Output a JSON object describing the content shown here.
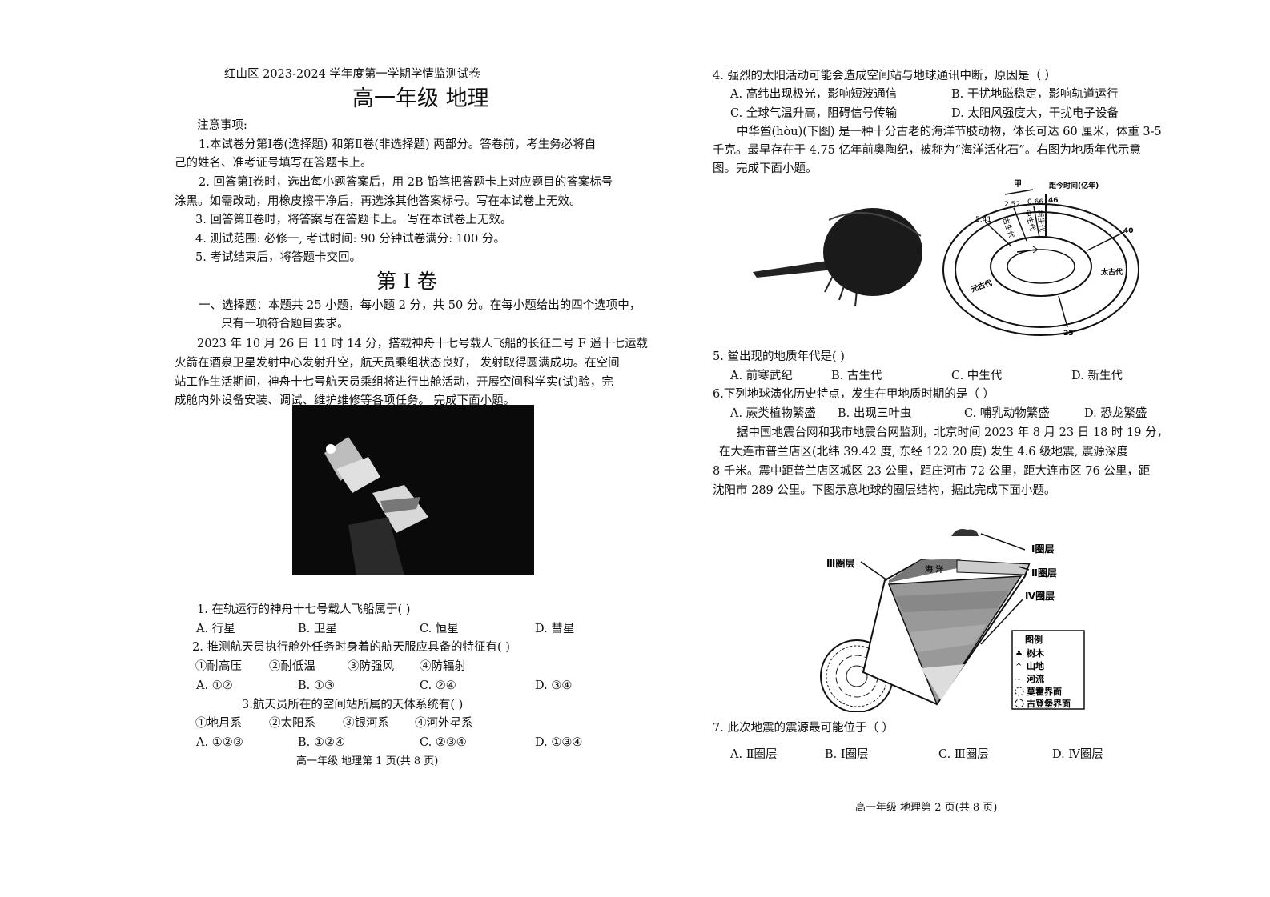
{
  "page1": {
    "exam_header": "红山区 2023-2024 学年度第一学期学情监测试卷",
    "exam_title": "高一年级  地理",
    "notice_heading": "注意事项:",
    "notices": [
      "1.本试卷分第Ⅰ卷(选择题) 和第Ⅱ卷(非选择题) 两部分。答卷前，考生务必将自",
      "己的姓名、准考证号填写在答题卡上。",
      "2. 回答第Ⅰ卷时，选出每小题答案后，用 2B 铅笔把答题卡上对应题目的答案标号",
      "涂黑。如需改动，用橡皮擦干净后，再选涂其他答案标号。写在本试卷上无效。",
      "3. 回答第Ⅱ卷时，将答案写在答题卡上。 写在本试卷上无效。",
      "4. 测试范围: 必修一, 考试时间: 90 分钟试卷满分: 100 分。",
      "5. 考试结束后，将答题卡交回。"
    ],
    "section_title": "第 Ⅰ 卷",
    "section_intro": [
      "一、选择题：本题共 25 小题，每小题 2 分，共 50 分。在每小题给出的四个选项中，",
      "只有一项符合题目要求。"
    ],
    "passage": [
      "2023 年 10 月 26 日 11 时 14 分，搭载神舟十七号载人飞船的长征二号 F 遥十七运载",
      "火箭在酒泉卫星发射中心发射升空，航天员乘组状态良好， 发射取得圆满成功。在空间",
      "站工作生活期间，神舟十七号航天员乘组将进行出舱活动，开展空间科学实(试)验，完",
      "成舱内外设备安装、调试、维护维修等各项任务。 完成下面小题。"
    ],
    "q1": {
      "stem": "1. 在轨运行的神舟十七号载人飞船属于(   )",
      "options": [
        "A. 行星",
        "B. 卫星",
        "C. 恒星",
        "D. 彗星"
      ]
    },
    "q2": {
      "stem": "2. 推测航天员执行舱外任务时身着的航天服应具备的特征有(   )",
      "items": [
        "①耐高压",
        "②耐低温",
        "③防强风",
        "④防辐射"
      ],
      "options": [
        "A. ①②",
        "B. ①③",
        "C. ②④",
        "D. ③④"
      ]
    },
    "q3": {
      "stem": "3.航天员所在的空间站所属的天体系统有(   )",
      "items": [
        "①地月系",
        "②太阳系",
        "③银河系",
        "④河外星系"
      ],
      "options": [
        "A. ①②③",
        "B. ①②④",
        "C. ②③④",
        "D. ①③④"
      ]
    },
    "footer": "高一年级 地理第 1 页(共 8 页)"
  },
  "page2": {
    "q4": {
      "stem": "4. 强烈的太阳活动可能会造成空间站与地球通讯中断，原因是（   ）",
      "options": [
        "A. 高纬出现极光，影响短波通信",
        "B. 干扰地磁稳定，影响轨道运行",
        "C. 全球气温升高，阻碍信号传输",
        "D. 太阳风强度大，干扰电子设备"
      ]
    },
    "passage1": [
      "中华鲎(hòu)(下图) 是一种十分古老的海洋节肢动物，体长可达 60 厘米，体重 3-5",
      "千克。最早存在于 4.75 亿年前奥陶纪，被称为“海洋活化石”。右图为地质年代示意",
      "图。完成下面小题。"
    ],
    "geo_diagram": {
      "header": "距今时间(亿年)",
      "jia": "甲",
      "ticks": [
        "5.41",
        "2.52",
        "0.66",
        "46",
        "40",
        "25"
      ],
      "eras": [
        "古生代",
        "中生代",
        "新生代",
        "太古代",
        "元古代"
      ]
    },
    "q5": {
      "stem": "5. 鲎出现的地质年代是(   )",
      "options": [
        "A. 前寒武纪",
        "B. 古生代",
        "C. 中生代",
        "D. 新生代"
      ]
    },
    "q6": {
      "stem": "6.下列地球演化历史特点，发生在甲地质时期的是（ ）",
      "options": [
        "A. 蕨类植物繁盛",
        "B. 出现三叶虫",
        "C. 哺乳动物繁盛",
        "D. 恐龙繁盛"
      ]
    },
    "passage2": [
      "据中国地震台网和我市地震台网监测，北京时间 2023 年 8 月 23 日 18 时 19 分，",
      "在大连市普兰店区(北纬 39.42 度, 东经 122.20 度) 发生 4.6 级地震, 震源深度",
      "8 千米。震中距普兰店区城区 23 公里，距庄河市 72 公里，距大连市区 76 公里，距",
      "沈阳市 289 公里。下图示意地球的圈层结构，据此完成下面小题。"
    ],
    "earth_diagram": {
      "labels": [
        "Ⅰ圈层",
        "Ⅱ圈层",
        "Ⅲ圈层",
        "Ⅳ圈层"
      ],
      "ocean": "海 洋",
      "legend_title": "图例",
      "legend": [
        "树木",
        "山地",
        "河流",
        "莫霍界面",
        "古登堡界面"
      ]
    },
    "q7": {
      "stem": "7. 此次地震的震源最可能位于（   ）",
      "options": [
        "A. Ⅱ圈层",
        "B. Ⅰ圈层",
        "C. Ⅲ圈层",
        "D. Ⅳ圈层"
      ]
    },
    "footer": "高一年级 地理第 2 页(共 8 页)"
  }
}
